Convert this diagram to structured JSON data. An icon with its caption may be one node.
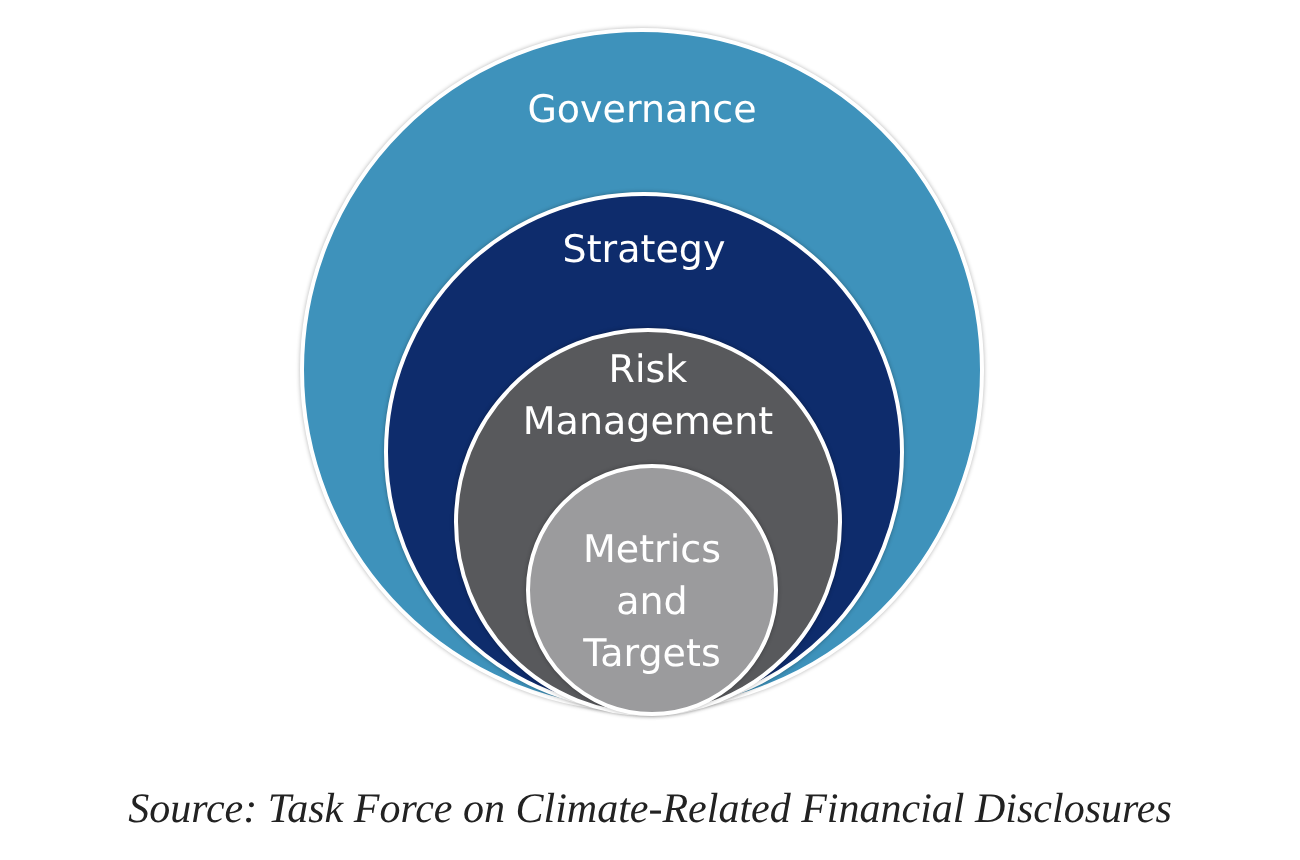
{
  "diagram": {
    "caption": "Source: Task Force on Climate-Related Financial Disclosures",
    "nodes": [
      {
        "text": [
          "Governance"
        ]
      },
      {
        "text": [
          "Strategy"
        ],
        "in": 0
      },
      {
        "text": [
          "Risk Management"
        ],
        "in": 1
      },
      {
        "text": [
          "Metrics and Targets"
        ],
        "in": 2
      }
    ]
  }
}
